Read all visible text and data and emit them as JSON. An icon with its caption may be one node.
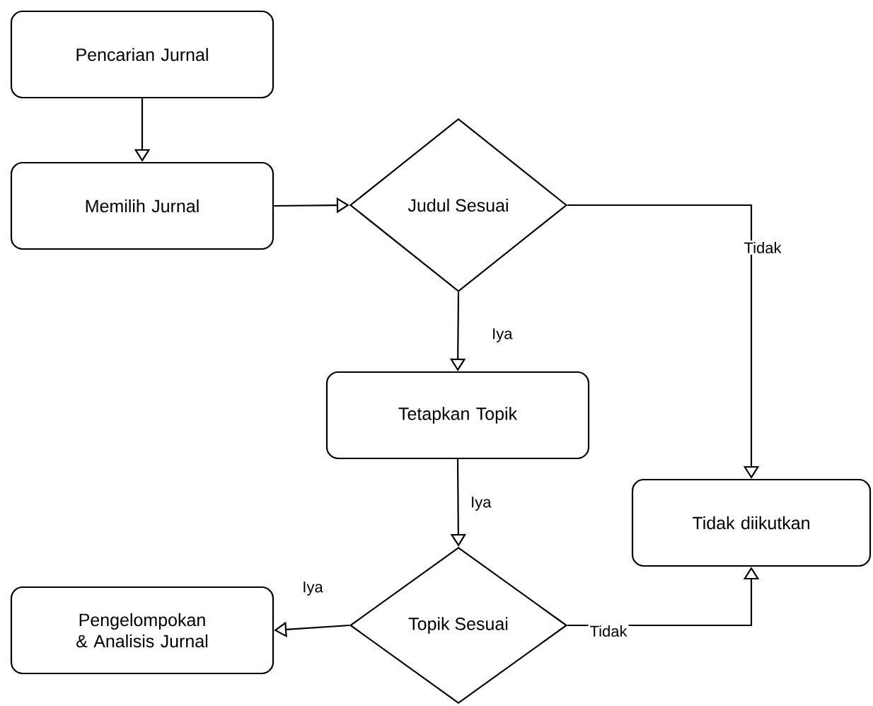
{
  "diagram": {
    "nodes": [
      {
        "text": [
          "Pencarian Jurnal"
        ]
      },
      {
        "text": [
          "Memilih Jurnal"
        ]
      },
      {
        "text": [
          "Judul Sesuai"
        ]
      },
      {
        "text": [
          "Tetapkan Topik"
        ]
      },
      {
        "text": [
          "Tidak diikutkan"
        ]
      },
      {
        "text": [
          "Topik Sesuai"
        ]
      },
      {
        "text": [
          "Pengelompokan & Analisis Jurnal"
        ]
      }
    ],
    "edges": [
      {
        "from": 0,
        "to": 1,
        "arrow": "to"
      },
      {
        "from": 1,
        "to": 2,
        "arrow": "to"
      },
      {
        "from": 2,
        "to": 3,
        "arrow": "to",
        "label": "Iya"
      },
      {
        "from": 2,
        "to": 4,
        "arrow": "to",
        "label": "Tidak"
      },
      {
        "from": 3,
        "to": 5,
        "arrow": "to",
        "label": "Iya"
      },
      {
        "from": 5,
        "to": 6,
        "arrow": "to",
        "label": "Iya"
      },
      {
        "from": 5,
        "to": 4,
        "arrow": "to",
        "label": "Tidak"
      }
    ]
  }
}
